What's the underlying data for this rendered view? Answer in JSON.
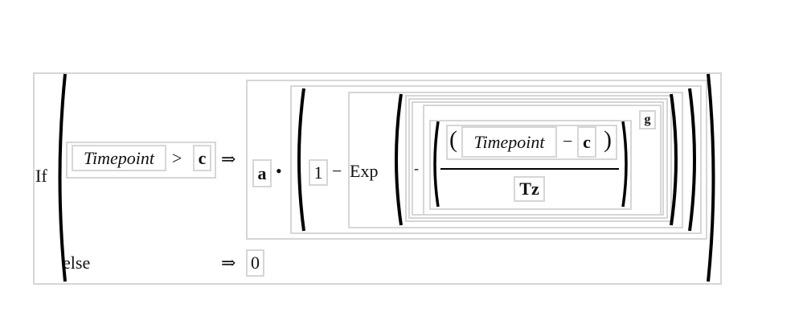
{
  "formula": {
    "if_label": "If",
    "condition": {
      "left": "Timepoint",
      "operator": ">",
      "right": "c"
    },
    "implies": "⇒",
    "then": {
      "coef": "a",
      "times": "•",
      "one": "1",
      "minus": "−",
      "exp_label": "Exp",
      "neg": "-",
      "numerator": {
        "left": "Timepoint",
        "operator": "−",
        "right": "c",
        "open": "(",
        "close": ")"
      },
      "denominator": "Tz",
      "exponent": "g"
    },
    "else_label": "else",
    "else_implies": "⇒",
    "else_value": "0"
  }
}
